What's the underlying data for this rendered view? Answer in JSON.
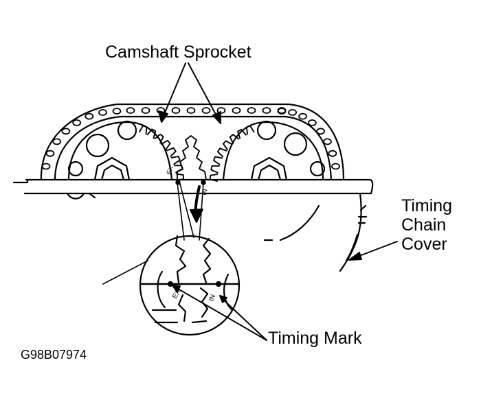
{
  "labels": {
    "camshaft_sprocket": "Camshaft Sprocket",
    "timing_chain_cover_lines": [
      "Timing",
      "Chain",
      "Cover"
    ],
    "timing_mark": "Timing Mark",
    "figure_code": "G98B07974"
  },
  "colors": {
    "ink": "#000000",
    "paper": "#ffffff"
  }
}
